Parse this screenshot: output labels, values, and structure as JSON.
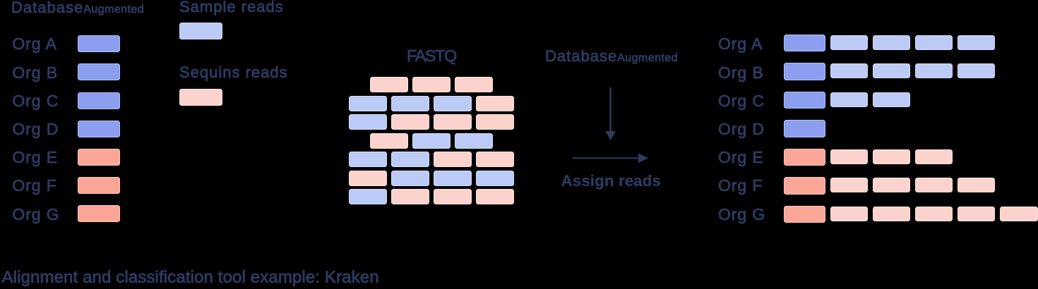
{
  "colors": {
    "background": "#000000",
    "text": "#2e3b62",
    "sample_db": "#8b9ef0",
    "sample_read": "#bccaf6",
    "sequins_db": "#fca698",
    "sequins_read": "#fcd3cc"
  },
  "database_panel": {
    "title": "Database",
    "title_subscript": "Augmented",
    "organisms": [
      {
        "label": "Org A",
        "type": "sample"
      },
      {
        "label": "Org B",
        "type": "sample"
      },
      {
        "label": "Org C",
        "type": "sample"
      },
      {
        "label": "Org D",
        "type": "sample"
      },
      {
        "label": "Org E",
        "type": "sequins"
      },
      {
        "label": "Org F",
        "type": "sequins"
      },
      {
        "label": "Org G",
        "type": "sequins"
      }
    ]
  },
  "legend": {
    "items": [
      {
        "label": "Sample reads",
        "type": "sample"
      },
      {
        "label": "Sequins reads",
        "type": "sequins"
      }
    ]
  },
  "fastq": {
    "title": "FASTQ",
    "rows": [
      {
        "indent": true,
        "reads": [
          "sequins",
          "sequins",
          "sequins"
        ]
      },
      {
        "indent": false,
        "reads": [
          "sample",
          "sample",
          "sample",
          "sequins"
        ]
      },
      {
        "indent": false,
        "reads": [
          "sample",
          "sequins",
          "sequins",
          "sequins"
        ]
      },
      {
        "indent": true,
        "reads": [
          "sequins",
          "sample",
          "sample"
        ]
      },
      {
        "indent": false,
        "reads": [
          "sample",
          "sample",
          "sequins",
          "sequins"
        ]
      },
      {
        "indent": false,
        "reads": [
          "sequins",
          "sample",
          "sample",
          "sample"
        ]
      },
      {
        "indent": false,
        "reads": [
          "sample",
          "sequins",
          "sequins",
          "sequins"
        ]
      }
    ]
  },
  "flow": {
    "database_label": "Database",
    "database_subscript": "Augmented",
    "assign_label": "Assign reads"
  },
  "assignment_panel": {
    "organisms": [
      {
        "label": "Org A",
        "type": "sample",
        "assigned_reads": 4
      },
      {
        "label": "Org B",
        "type": "sample",
        "assigned_reads": 4
      },
      {
        "label": "Org C",
        "type": "sample",
        "assigned_reads": 2
      },
      {
        "label": "Org D",
        "type": "sample",
        "assigned_reads": 0
      },
      {
        "label": "Org E",
        "type": "sequins",
        "assigned_reads": 3
      },
      {
        "label": "Org F",
        "type": "sequins",
        "assigned_reads": 4
      },
      {
        "label": "Org G",
        "type": "sequins",
        "assigned_reads": 5
      }
    ]
  },
  "caption": "Alignment and classification tool example: Kraken"
}
